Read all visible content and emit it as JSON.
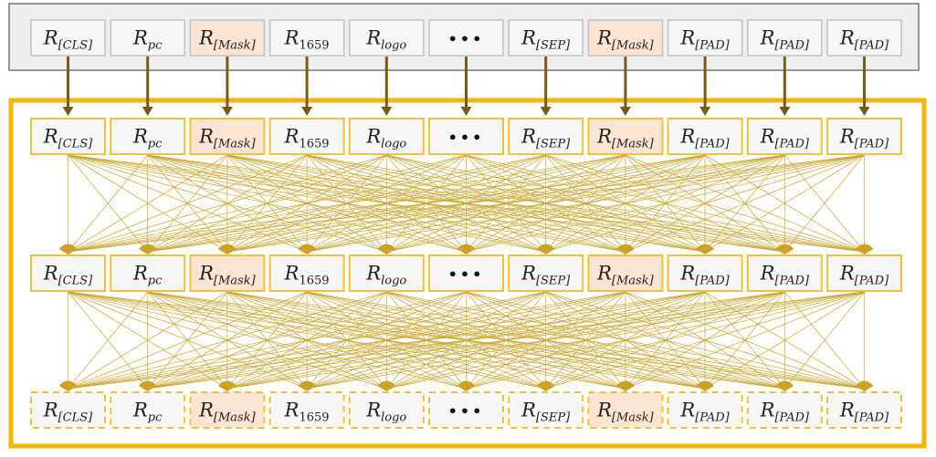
{
  "tokens": [
    {
      "base": "R",
      "sub": "[CLS]",
      "mask": false
    },
    {
      "base": "R",
      "sub": "pc",
      "mask": false
    },
    {
      "base": "R",
      "sub": "[Mask]",
      "mask": true
    },
    {
      "base": "R",
      "sub": "1659",
      "mask": false,
      "sub_upright": true
    },
    {
      "base": "R",
      "sub": "logo",
      "mask": false
    },
    {
      "base": "",
      "sub": "",
      "mask": false,
      "ellipsis": "•••"
    },
    {
      "base": "R",
      "sub": "[SEP]",
      "mask": false
    },
    {
      "base": "R",
      "sub": "[Mask]",
      "mask": true
    },
    {
      "base": "R",
      "sub": "[PAD]",
      "mask": false
    },
    {
      "base": "R",
      "sub": "[PAD]",
      "mask": false
    },
    {
      "base": "R",
      "sub": "[PAD]",
      "mask": false
    }
  ],
  "colors": {
    "token_fill": "#f6f6f6",
    "mask_fill": "#fbe4d2",
    "top_border": "#c0c0c0",
    "top_panel_fill": "#efefef",
    "top_panel_border": "#777777",
    "gold": "#f4b400",
    "gold_token_border": "#f2c230",
    "attention_line": "#c9a227",
    "arrow_brown": "#7a5a12"
  }
}
